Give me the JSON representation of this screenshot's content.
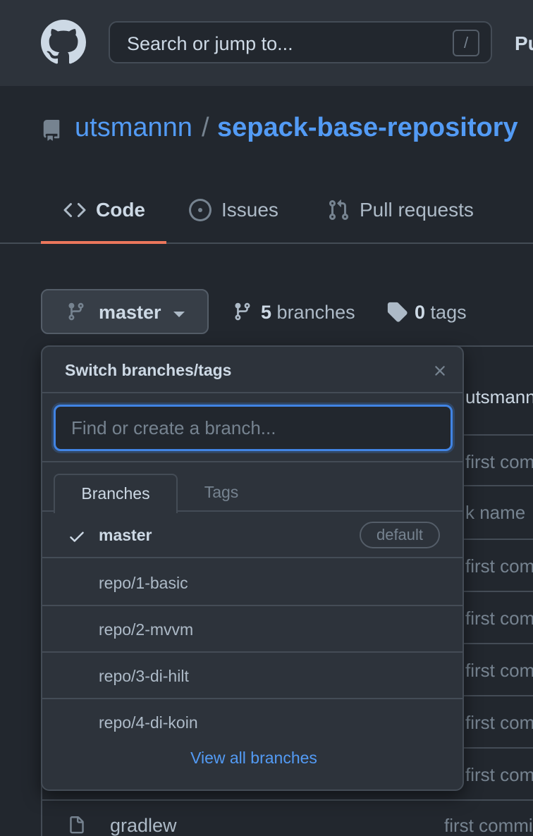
{
  "header": {
    "search_placeholder": "Search or jump to...",
    "search_shortcut": "/",
    "nav_peek": "Pu"
  },
  "repo": {
    "owner": "utsmannn",
    "separator": "/",
    "name": "sepack-base-repository"
  },
  "tabs": [
    {
      "label": "Code",
      "icon": "code-icon",
      "active": true
    },
    {
      "label": "Issues",
      "icon": "issue-icon"
    },
    {
      "label": "Pull requests",
      "icon": "pull-request-icon"
    }
  ],
  "branch_bar": {
    "current_branch": "master",
    "branch_count": "5",
    "branches_label": "branches",
    "tag_count": "0",
    "tags_label": "tags"
  },
  "dropdown": {
    "title": "Switch branches/tags",
    "filter_placeholder": "Find or create a branch...",
    "tab_branches": "Branches",
    "tab_tags": "Tags",
    "items": [
      {
        "name": "master",
        "selected": true,
        "badge": "default"
      },
      {
        "name": "repo/1-basic"
      },
      {
        "name": "repo/2-mvvm"
      },
      {
        "name": "repo/3-di-hilt"
      },
      {
        "name": "repo/4-di-koin"
      }
    ],
    "footer_link": "View all branches"
  },
  "background_list": {
    "author": "utsmannn",
    "messages": [
      "first commit",
      "k name",
      "first commit",
      "first commit",
      "first commit",
      "first commit",
      "first commit"
    ],
    "last_file": "gradlew",
    "last_file_message": "first commit"
  },
  "colors": {
    "accent": "#539bf5",
    "tab_underline": "#ec775c",
    "background": "#22272e",
    "header": "#2d333b"
  }
}
